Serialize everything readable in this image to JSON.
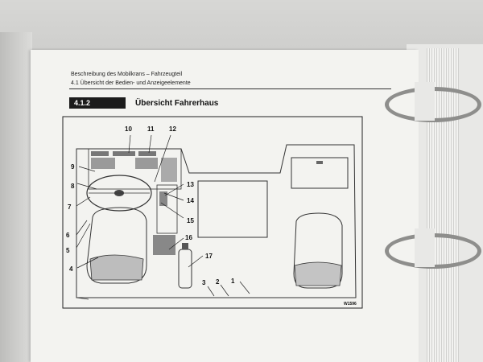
{
  "header": {
    "line1": "Beschreibung des Mobilkrans – Fahrzeugteil",
    "line2": "4.1 Übersicht der Bedien- und Anzeigeelemente"
  },
  "section": {
    "number": "4.1.2",
    "title": "Übersicht Fahrerhaus"
  },
  "diagram": {
    "callouts": [
      "1",
      "2",
      "3",
      "4",
      "5",
      "6",
      "7",
      "8",
      "9",
      "10",
      "11",
      "12",
      "13",
      "14",
      "15",
      "16",
      "17"
    ],
    "figure_code": "W1596"
  }
}
